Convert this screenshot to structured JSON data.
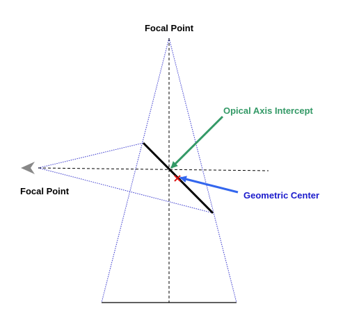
{
  "labels": {
    "focal_point_top": "Focal Point",
    "focal_point_left": "Focal Point",
    "optical_axis_intercept": "Opical Axis Intercept",
    "geometric_center": "Geometric Center"
  },
  "icons": {
    "eye": "eye-icon"
  },
  "colors": {
    "projection_lines": "#3333cc",
    "axis_lines": "#000000",
    "image_plane": "#000000",
    "base_line": "#000000",
    "optical_axis_label": "#339966",
    "optical_axis_arrow": "#339966",
    "geometric_center_label": "#1a1acc",
    "geometric_center_arrow": "#3366ee",
    "center_marker": "#dd1111",
    "eye_icon": "#888888"
  }
}
